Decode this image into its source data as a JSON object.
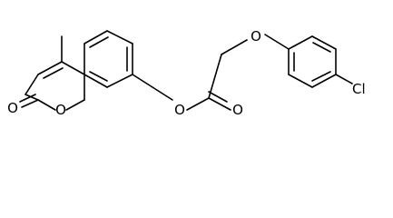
{
  "molecule": {
    "atoms": [
      {
        "id": "ring-oxygen",
        "label": "O"
      },
      {
        "id": "carbonyl-oxygen-lactone",
        "label": "O"
      },
      {
        "id": "ester-oxygen",
        "label": "O"
      },
      {
        "id": "ester-carbonyl-oxygen",
        "label": "O"
      },
      {
        "id": "ether-oxygen",
        "label": "O"
      },
      {
        "id": "chlorine",
        "label": "Cl"
      }
    ]
  }
}
